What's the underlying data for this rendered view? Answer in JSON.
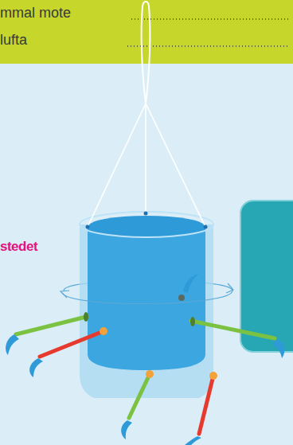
{
  "diagram": {
    "labels": [
      "mmal mote",
      "lufta",
      "stedet"
    ]
  }
}
